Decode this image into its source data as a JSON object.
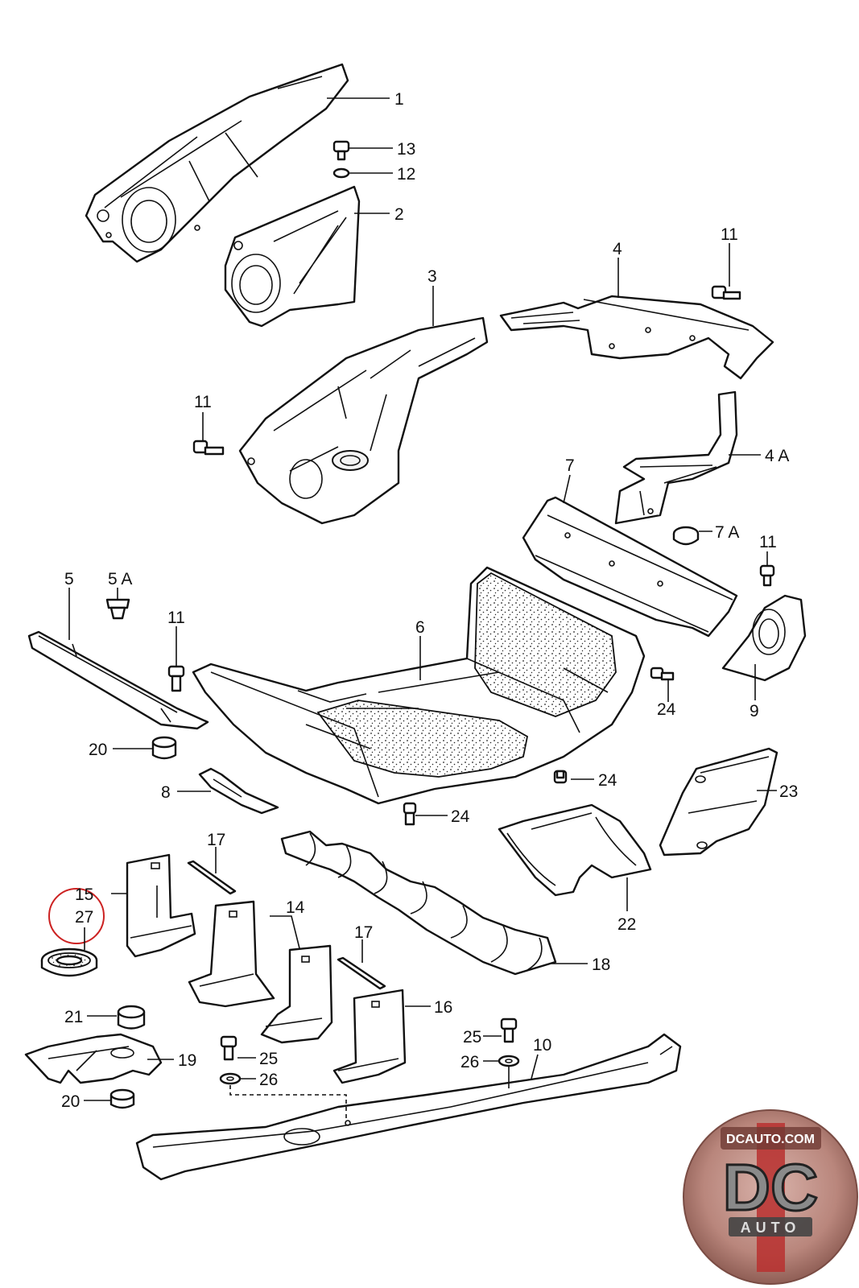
{
  "labels": {
    "l1": "1",
    "l2": "2",
    "l3": "3",
    "l4": "4",
    "l4a": "4 A",
    "l5": "5",
    "l5a": "5 A",
    "l6": "6",
    "l7": "7",
    "l7a": "7 A",
    "l8": "8",
    "l9": "9",
    "l10": "10",
    "l11a": "11",
    "l11b": "11",
    "l11c": "11",
    "l11d": "11",
    "l12": "12",
    "l13": "13",
    "l14": "14",
    "l15": "15",
    "l16": "16",
    "l17a": "17",
    "l17b": "17",
    "l18": "18",
    "l19": "19",
    "l20a": "20",
    "l20b": "20",
    "l21": "21",
    "l22": "22",
    "l23": "23",
    "l24a": "24",
    "l24b": "24",
    "l24c": "24",
    "l25a": "25",
    "l25b": "25",
    "l26a": "26",
    "l26b": "26",
    "l27": "27"
  },
  "logo": {
    "site": "DCAUTO.COM",
    "mark": "DC",
    "word": "AUTO"
  },
  "colors": {
    "highlight_circle": "#cc2222",
    "logo_red": "#b8302f",
    "logo_gray": "#8a8a8a"
  }
}
